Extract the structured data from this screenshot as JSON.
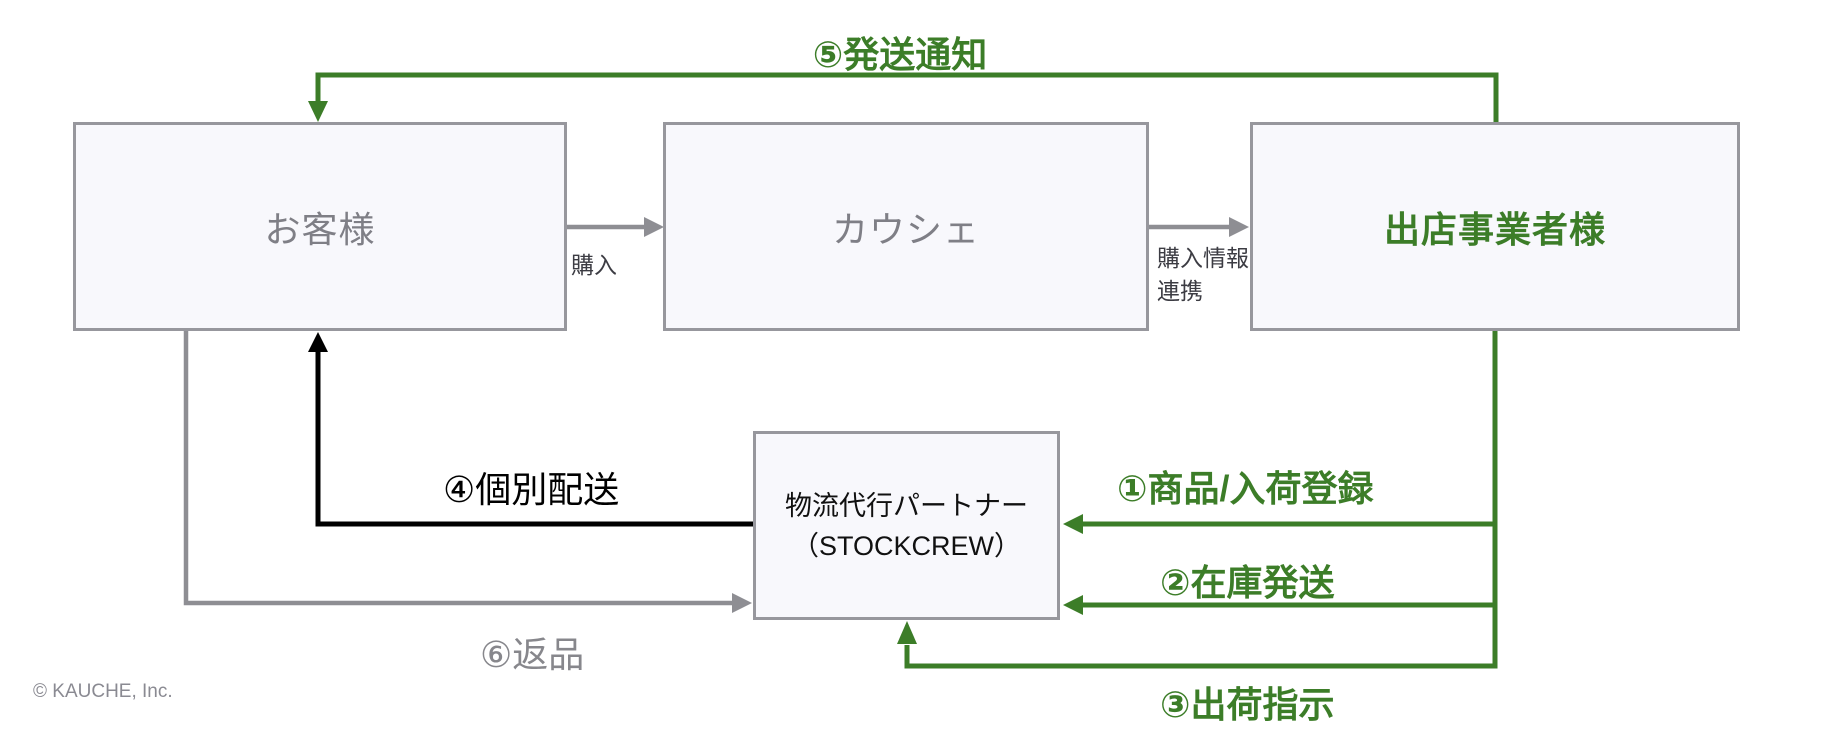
{
  "nodes": {
    "customer": {
      "label": "お客様"
    },
    "kauche": {
      "label": "カウシェ"
    },
    "merchant": {
      "label": "出店事業者様"
    },
    "logistics": {
      "label_line1": "物流代行パートナー",
      "label_line2": "（STOCKCREW）"
    }
  },
  "edges": {
    "purchase": {
      "label": "購入"
    },
    "purchase_info": {
      "label_line1": "購入情報",
      "label_line2": "連携"
    },
    "step1": {
      "label": "①商品/入荷登録"
    },
    "step2": {
      "label": "②在庫発送"
    },
    "step3": {
      "label": "③出荷指示"
    },
    "step4": {
      "label": "④個別配送"
    },
    "step5": {
      "label": "⑤発送通知"
    },
    "step6": {
      "label": "⑥返品"
    }
  },
  "footer": {
    "copyright": "© KAUCHE, Inc."
  },
  "colors": {
    "green": "#3C7D28",
    "gray": "#8E8E93",
    "black": "#000000",
    "box_fill": "#F8F8FC",
    "box_border": "#97979D",
    "box_label_gray": "#7F7F86",
    "edge_label": "#3C3C43",
    "muted_gray": "#87878C",
    "copyright_gray": "#8A8A92"
  }
}
